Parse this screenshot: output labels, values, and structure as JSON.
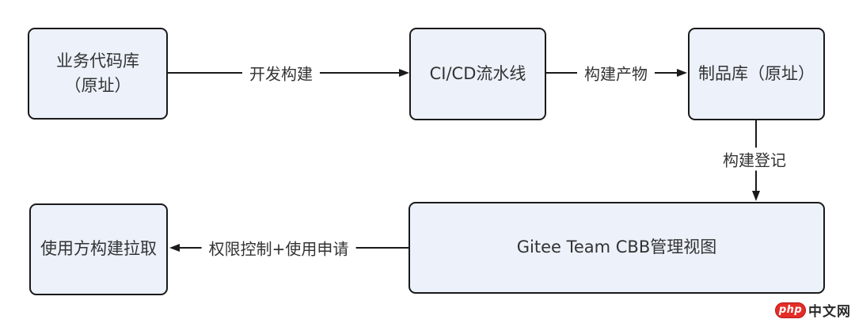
{
  "diagram": {
    "type": "flowchart",
    "nodes": {
      "source_repo": {
        "line1": "业务代码库",
        "line2": "（原址）"
      },
      "cicd": {
        "label": "CI/CD流水线"
      },
      "artifact_repo": {
        "label": "制品库（原址）"
      },
      "cbb_view": {
        "label": "Gitee Team CBB管理视图"
      },
      "consumer": {
        "label": "使用方构建拉取"
      }
    },
    "edges": {
      "dev_build": {
        "label": "开发构建",
        "from": "source_repo",
        "to": "cicd",
        "direction": "right"
      },
      "build_artifact": {
        "label": "构建产物",
        "from": "cicd",
        "to": "artifact_repo",
        "direction": "right"
      },
      "build_register": {
        "label": "构建登记",
        "from": "artifact_repo",
        "to": "cbb_view",
        "direction": "down"
      },
      "permission": {
        "label": "权限控制+使用申请",
        "from": "cbb_view",
        "to": "consumer",
        "direction": "left"
      }
    },
    "colors": {
      "node_fill": "#ECF1FA",
      "node_border": "#1a1a1a",
      "text": "#333333",
      "line": "#1a1a1a",
      "background": "#ffffff",
      "logo_red": "#e52d27",
      "logo_text": "#2b2b2b"
    }
  },
  "watermark": {
    "badge": "php",
    "site": "中文网"
  }
}
